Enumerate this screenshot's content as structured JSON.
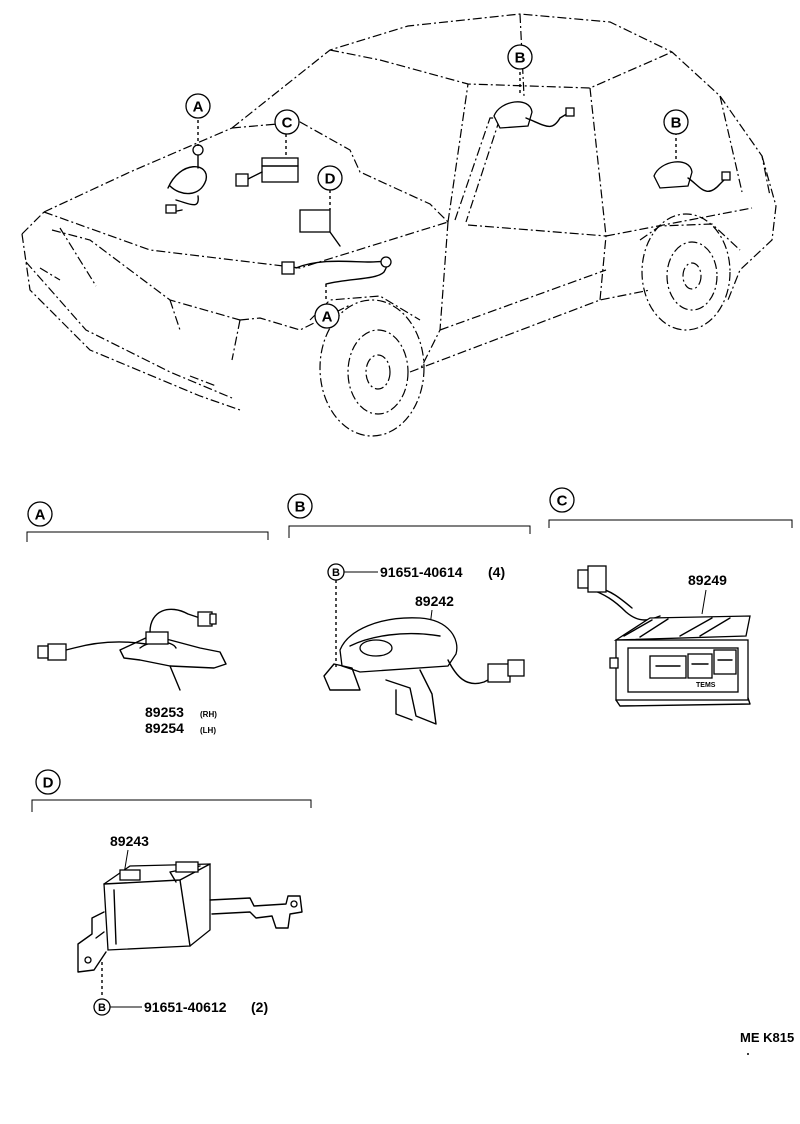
{
  "overview": {
    "callouts": [
      {
        "id": "a-top",
        "letter": "A"
      },
      {
        "id": "c-top",
        "letter": "C"
      },
      {
        "id": "d-top",
        "letter": "D"
      },
      {
        "id": "a-bottom",
        "letter": "A"
      },
      {
        "id": "b-roof",
        "letter": "B"
      },
      {
        "id": "b-rear",
        "letter": "B"
      }
    ]
  },
  "sections": {
    "A": {
      "letter": "A",
      "parts": [
        {
          "number": "89253",
          "suffix": "(RH)"
        },
        {
          "number": "89254",
          "suffix": "(LH)"
        }
      ]
    },
    "B": {
      "letter": "B",
      "part_number": "89242",
      "bolt": {
        "ref": "B",
        "number": "91651-40614",
        "qty": "(4)"
      }
    },
    "C": {
      "letter": "C",
      "part_number": "89249",
      "panel_label": "TEMS"
    },
    "D": {
      "letter": "D",
      "part_number": "89243",
      "bolt": {
        "ref": "B",
        "number": "91651-40612",
        "qty": "(2)"
      }
    }
  },
  "diagram_code": "ME K815"
}
